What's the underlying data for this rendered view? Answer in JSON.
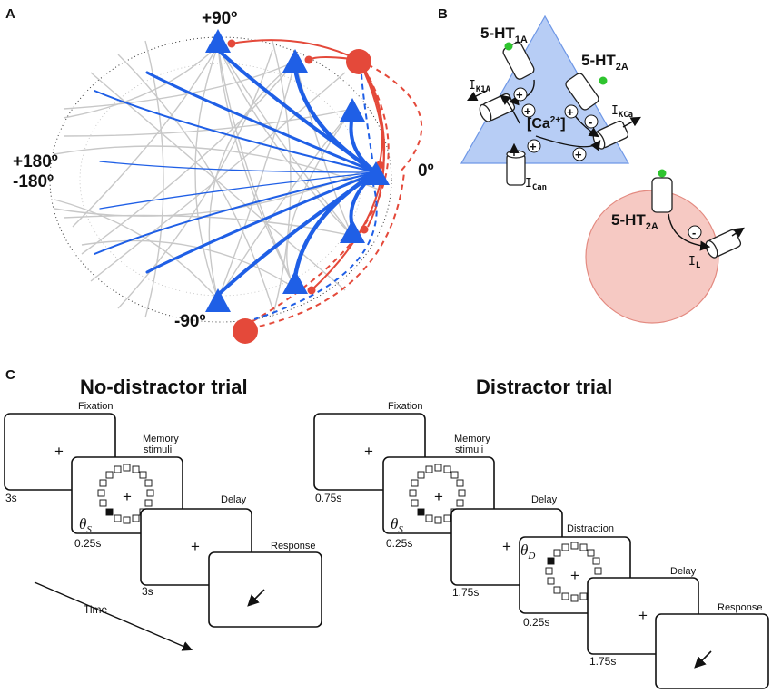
{
  "panels": {
    "a": "A",
    "b": "B",
    "c": "C"
  },
  "network": {
    "label_top": "+90º",
    "label_left_1": "+180º",
    "label_left_2": "-180º",
    "label_right": "0º",
    "label_bottom": "-90º",
    "colors": {
      "excitatory": "#1f5fe6",
      "inhibitory": "#e4493a",
      "background": "#c8c8c8"
    }
  },
  "serotonin": {
    "receptor_1a": "5-HT",
    "receptor_1a_sub": "1A",
    "receptor_2a": "5-HT",
    "receptor_2a_sub": "2A",
    "receptor_2a_inh": "5-HT",
    "receptor_2a_inh_sub": "2A",
    "current_k1a": "I",
    "current_k1a_sub": "K1A",
    "current_kca": "I",
    "current_kca_sub": "KCa",
    "current_can": "I",
    "current_can_sub": "Can",
    "current_l": "I",
    "current_l_sub": "L",
    "calcium": "[Ca",
    "calcium_sup": "2+",
    "calcium_end": "]",
    "plus": "+",
    "minus": "-",
    "colors": {
      "pyramidal_fill": "#b7cdf5",
      "interneuron_fill": "#f6c9c3",
      "ligand": "#2ec42e"
    }
  },
  "task": {
    "no_distractor": {
      "title": "No-distractor trial",
      "fixation": "Fixation",
      "memory_1": "Memory",
      "memory_2": "stimuli",
      "delay": "Delay",
      "response": "Response",
      "dur_fixation": "3s",
      "dur_memory": "0.25s",
      "dur_delay": "3s",
      "theta": "θ",
      "theta_sub": "S",
      "time": "Time",
      "cross": "+"
    },
    "distractor": {
      "title": "Distractor trial",
      "fixation": "Fixation",
      "memory_1": "Memory",
      "memory_2": "stimuli",
      "delay_1": "Delay",
      "distraction": "Distraction",
      "delay_2": "Delay",
      "response": "Response",
      "dur_fixation": "0.75s",
      "dur_memory": "0.25s",
      "dur_delay_1": "1.75s",
      "dur_distraction": "0.25s",
      "dur_delay_2": "1.75s",
      "theta": "θ",
      "theta_sub_s": "S",
      "theta_sub_d": "D",
      "cross": "+"
    }
  }
}
